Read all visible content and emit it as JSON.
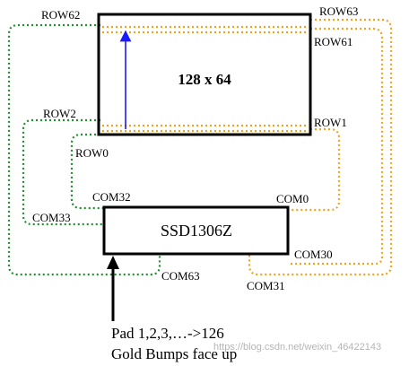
{
  "panel": {
    "size_label": "128 x 64"
  },
  "row_labels": {
    "row62": "ROW62",
    "row63": "ROW63",
    "row61": "ROW61",
    "row2": "ROW2",
    "row1": "ROW1",
    "row0": "ROW0"
  },
  "driver": {
    "name": "SSD1306Z"
  },
  "com_labels": {
    "com32": "COM32",
    "com0": "COM0",
    "com33": "COM33",
    "com30": "COM30",
    "com63": "COM63",
    "com31": "COM31"
  },
  "pad_note": {
    "line1": "Pad 1,2,3,…->126",
    "line2": "Gold Bumps face up"
  },
  "watermark": "https://blog.csdn.net/weixin_46422143",
  "colors": {
    "green_trace": "#1f8f2f",
    "orange_trace": "#f5a21b",
    "scan_arrow": "#1a1aff",
    "outline": "#000000"
  }
}
